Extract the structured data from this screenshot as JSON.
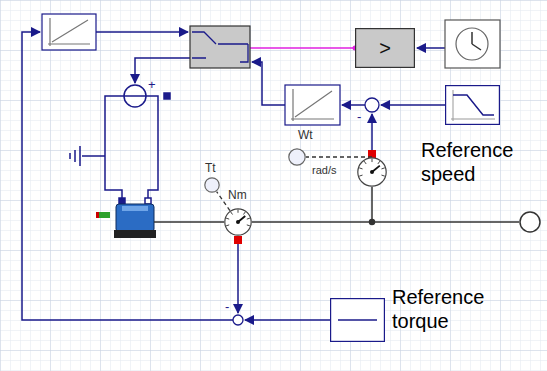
{
  "diagram": {
    "nodes": [
      {
        "text": [
          ">"
        ]
      },
      {
        "text": [
          "Reference speed"
        ]
      },
      {
        "text": [
          "Wt"
        ]
      },
      {
        "text": [
          "rad/s"
        ]
      },
      {
        "text": [
          "Tt"
        ]
      },
      {
        "text": [
          "Nm"
        ]
      },
      {
        "text": [
          "Reference torque"
        ]
      }
    ],
    "edges": [
      {
        "from": 3,
        "to": 2,
        "arrow": "none"
      },
      {
        "from": 5,
        "to": 4,
        "arrow": "none"
      }
    ],
    "labels": [
      "+",
      "-",
      "-"
    ]
  }
}
